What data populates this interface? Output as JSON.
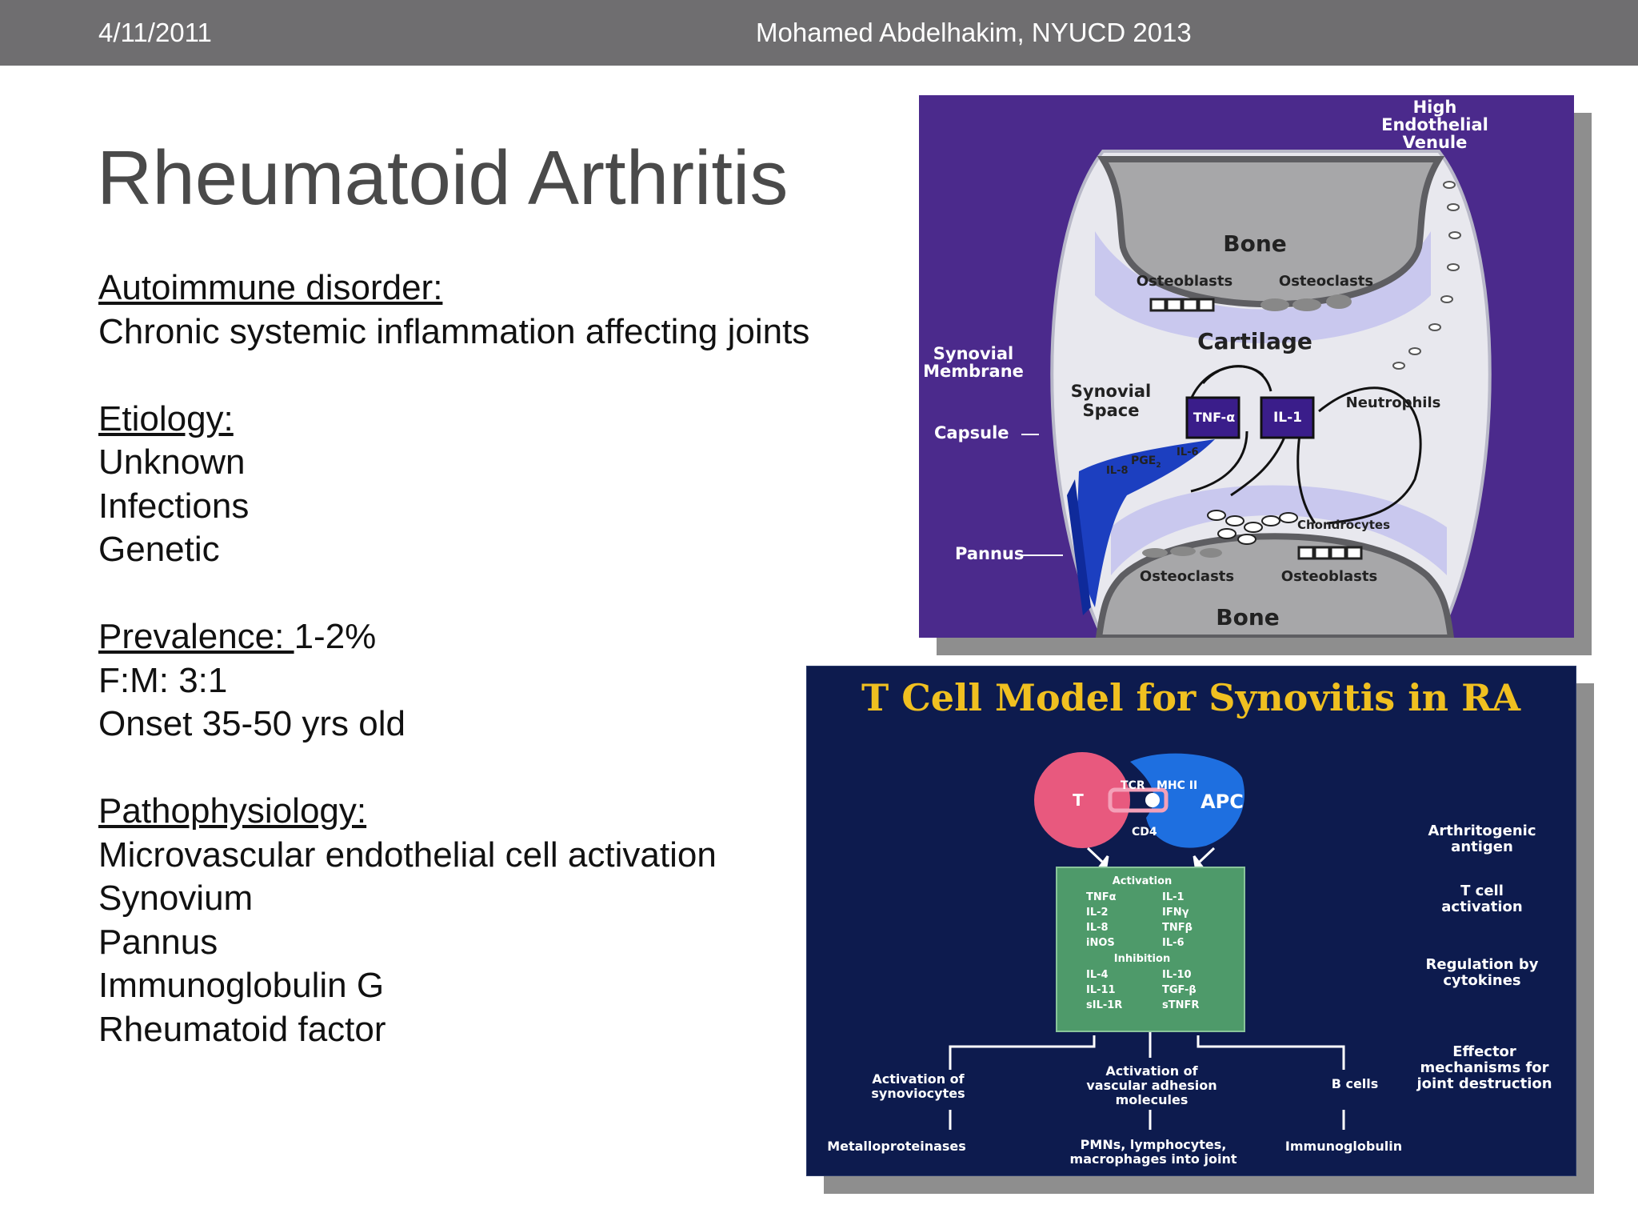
{
  "header": {
    "date": "4/11/2011",
    "author": "Mohamed Abdelhakim, NYUCD 2013"
  },
  "title": "Rheumatoid Arthritis",
  "sections": {
    "autoimmune": {
      "heading": "Autoimmune disorder: ",
      "lines": [
        "Chronic systemic inflammation affecting joints"
      ]
    },
    "etiology": {
      "heading": "Etiology:",
      "lines": [
        "Unknown",
        "Infections",
        "Genetic"
      ]
    },
    "prevalence": {
      "heading": "Prevalence: ",
      "value": "1-2%",
      "lines": [
        "F:M: 3:1",
        "Onset 35-50 yrs old"
      ]
    },
    "pathophysiology": {
      "heading": "Pathophysiology:",
      "lines": [
        "Microvascular endothelial cell activation",
        "Synovium",
        "Pannus",
        "Immunoglobulin G",
        "Rheumatoid factor"
      ]
    }
  },
  "joint_diagram": {
    "labels": {
      "hev": [
        "High",
        "Endothelial",
        "Venule"
      ],
      "bone_top": "Bone",
      "osteoblasts_top": "Osteoblasts",
      "osteoclasts_top": "Osteoclasts",
      "cartilage": "Cartilage",
      "synovial_membrane": [
        "Synovial",
        "Membrane"
      ],
      "synovial_space": [
        "Synovial",
        "Space"
      ],
      "capsule": "Capsule",
      "tnf": "TNF-α",
      "il1": "IL-1",
      "neutrophils": "Neutrophils",
      "il6": "IL-6",
      "pge": "PGE",
      "pge_sub": "2",
      "il8": "IL-8",
      "chondrocytes": "Chondrocytes",
      "pannus": "Pannus",
      "osteoclasts_bottom": "Osteoclasts",
      "osteoblasts_bottom": "Osteoblasts",
      "bone_bottom": "Bone"
    },
    "colors": {
      "background": "#4b2a8c",
      "box": "#3a1d8a",
      "bone": "#a7a7a9",
      "cartilage": "#c9c8ee",
      "pannus": "#1c3fc0"
    }
  },
  "tcell_diagram": {
    "title": "T Cell Model for Synovitis in RA",
    "t_cell": "T",
    "apc": "APC",
    "tcr": "TCR",
    "mhc": "MHC II",
    "cd4": "CD4",
    "box": {
      "activation_heading": "Activation",
      "activation_left": [
        "TNFα",
        "IL-2",
        "IL-8",
        "iNOS"
      ],
      "activation_right": [
        "IL-1",
        "IFNγ",
        "TNFβ",
        "IL-6"
      ],
      "inhibition_heading": "Inhibition",
      "inhibition_left": [
        "IL-4",
        "IL-11",
        "sIL-1R"
      ],
      "inhibition_right": [
        "IL-10",
        "TGF-β",
        "sTNFR"
      ]
    },
    "right_labels": [
      [
        "Arthritogenic",
        "antigen"
      ],
      [
        "T cell",
        "activation"
      ],
      [
        "Regulation by",
        "cytokines"
      ],
      [
        "Effector",
        "mechanisms for",
        "joint destruction"
      ]
    ],
    "outcomes": {
      "synoviocytes": [
        "Activation of",
        "synoviocytes"
      ],
      "adhesion": [
        "Activation of",
        "vascular adhesion",
        "molecules"
      ],
      "bcells": [
        "B cells"
      ],
      "metallo": [
        "Metalloproteinases"
      ],
      "pmns": [
        "PMNs, lymphocytes,",
        "macrophages into joint"
      ],
      "immunoglobulin": [
        "Immunoglobulin"
      ]
    },
    "colors": {
      "title": "#f0c020",
      "background": "#0d1b4e",
      "t_cell": "#e8597e",
      "apc": "#1e6fe0",
      "box": "#4e9a6a"
    }
  }
}
